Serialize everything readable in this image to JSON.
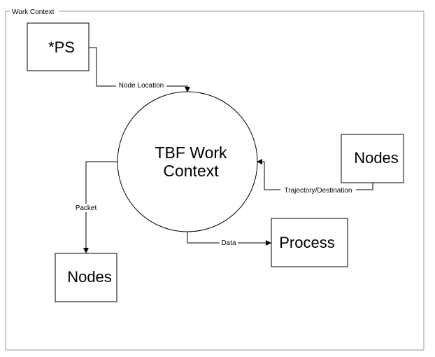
{
  "frame": {
    "title": "Work Context"
  },
  "center": {
    "line1": "TBF Work",
    "line2": "Context"
  },
  "boxes": {
    "ps": "*PS",
    "nodes_right": "Nodes",
    "nodes_left": "Nodes",
    "process": "Process"
  },
  "flows": {
    "node_location": "Node Location",
    "trajectory": "Trajectory/Destination",
    "packet": "Packet",
    "data": "Data"
  },
  "colors": {
    "frame": "#9a9a9a",
    "stroke": "#000000"
  }
}
